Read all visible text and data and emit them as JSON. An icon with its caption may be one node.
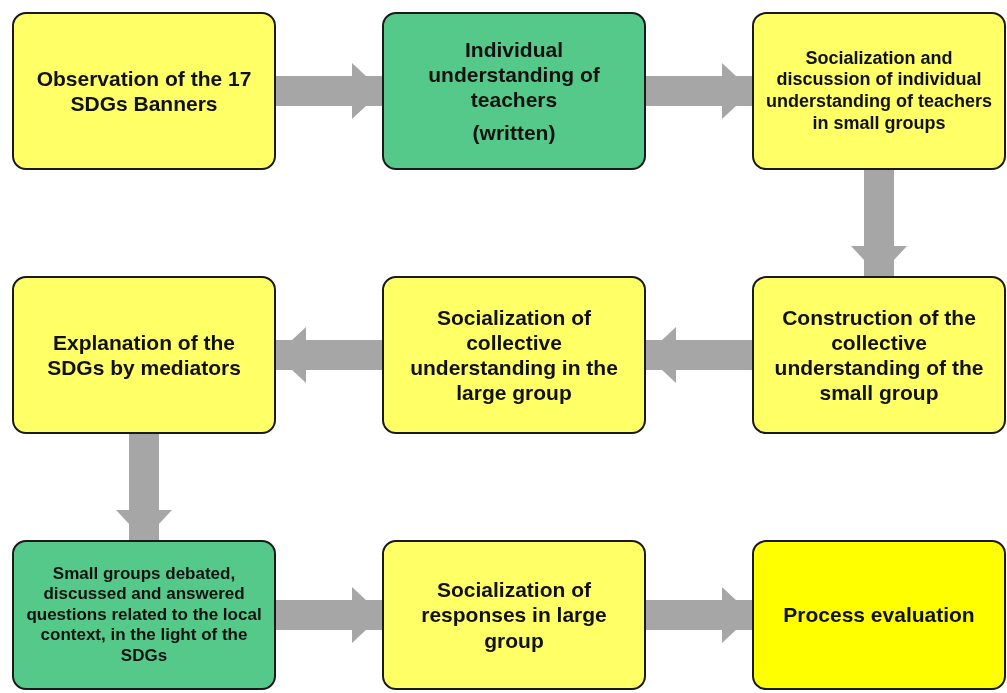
{
  "diagram": {
    "nodes": [
      {
        "text": [
          "Observation of the 17 SDGs Banners"
        ]
      },
      {
        "text": [
          "Individual understanding of teachers",
          "(written)"
        ]
      },
      {
        "text": [
          "Socialization and discussion of individual understanding of teachers in small groups"
        ]
      },
      {
        "text": [
          "Construction of the collective understanding of the small group"
        ]
      },
      {
        "text": [
          "Socialization of collective understanding in the large group"
        ]
      },
      {
        "text": [
          "Explanation of the SDGs by mediators"
        ]
      },
      {
        "text": [
          "Small groups debated, discussed and answered questions related to the local context, in the light of the SDGs"
        ]
      },
      {
        "text": [
          "Socialization of responses in large group"
        ]
      },
      {
        "text": [
          "Process evaluation"
        ]
      }
    ],
    "edges": [
      {
        "from": 0,
        "to": 1,
        "arrow": "to"
      },
      {
        "from": 1,
        "to": 2,
        "arrow": "to"
      },
      {
        "from": 2,
        "to": 3,
        "arrow": "to"
      },
      {
        "from": 3,
        "to": 4,
        "arrow": "to"
      },
      {
        "from": 4,
        "to": 5,
        "arrow": "to"
      },
      {
        "from": 5,
        "to": 6,
        "arrow": "to"
      },
      {
        "from": 6,
        "to": 7,
        "arrow": "to"
      },
      {
        "from": 7,
        "to": 8,
        "arrow": "to"
      }
    ]
  }
}
